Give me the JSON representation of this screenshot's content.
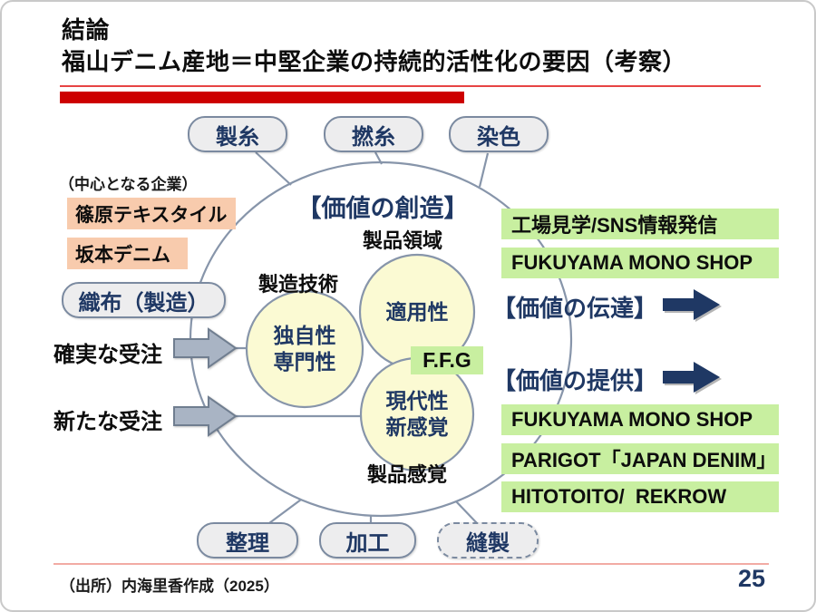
{
  "slide": {
    "title_line1": "結論",
    "title_line2": "福山デニム産地＝中堅企業の持続的活性化の要因（考察）",
    "source_note": "（出所）内海里香作成（2025）",
    "page_number": "25"
  },
  "colors": {
    "navy": "#1f3864",
    "red_bar": "#cd0000",
    "thin_red_line": "#e74444",
    "green_box": "#c8efa0",
    "orange_box": "#f8cbad",
    "circle_fill": "#fbfad3",
    "diagram_line": "#8795aa",
    "node_fill": "#ededee",
    "gray_arrow": "#a9b4c4"
  },
  "top_nodes": [
    {
      "label": "製糸"
    },
    {
      "label": "撚糸"
    },
    {
      "label": "染色"
    }
  ],
  "bottom_nodes": [
    {
      "label": "整理"
    },
    {
      "label": "加工"
    },
    {
      "label": "縫製"
    }
  ],
  "left_panel": {
    "caption": "（中心となる企業）",
    "companies": [
      "篠原テキスタイル",
      "坂本デニム"
    ],
    "weaving_node": "織布（製造）",
    "order_labels": [
      "確実な受注",
      "新たな受注"
    ]
  },
  "center": {
    "heading": "【価値の創造】",
    "region_label": "製品領域",
    "tech_label": "製造技術",
    "sense_label": "製品感覚",
    "circles": [
      {
        "label": "独自性\n専門性"
      },
      {
        "label": "適用性"
      },
      {
        "label": "現代性\n新感覚"
      }
    ],
    "ffg_label": "F.F.G"
  },
  "right_panel": {
    "transmission_heading": "【価値の伝達】",
    "provision_heading": "【価値の提供】",
    "top_items": [
      "工場見学/SNS情報発信",
      "FUKUYAMA MONO SHOP"
    ],
    "bottom_items": [
      "FUKUYAMA MONO SHOP",
      "PARIGOT「JAPAN DENIM」",
      "HITOTOITO/  REKROW"
    ]
  }
}
